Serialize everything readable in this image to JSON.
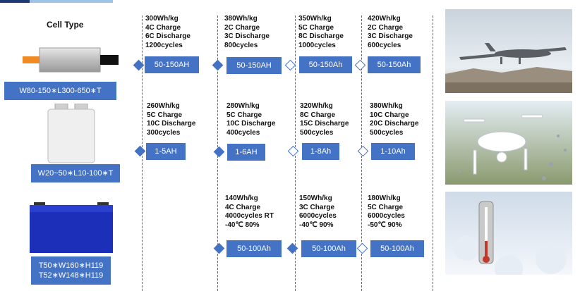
{
  "header": {
    "cell_type_title": "Cell Type"
  },
  "cells": [
    {
      "label": "W80-150∗L300-650∗T"
    },
    {
      "label": "W20~50∗L10-100∗T"
    },
    {
      "label_lines": [
        "T50∗W160∗H119",
        "T52∗W148∗H119"
      ]
    }
  ],
  "grid": [
    [
      {
        "spec": "300Wh/kg\n4C Charge\n6C Discharge\n1200cycles",
        "capacity": "50-150AH",
        "marker": "filled"
      },
      {
        "spec": "380Wh/kg\n2C Charge\n3C Discharge\n800cycles",
        "capacity": "50-150AH",
        "marker": "filled"
      },
      {
        "spec": "350Wh/kg\n5C Charge\n8C Discharge\n1000cycles",
        "capacity": "50-150Ah",
        "marker": "hollow"
      },
      {
        "spec": "420Wh/kg\n2C Charge\n3C Discharge\n600cycles",
        "capacity": "50-150Ah",
        "marker": "hollow"
      }
    ],
    [
      {
        "spec": "260Wh/kg\n5C Charge\n10C Discharge\n300cycles",
        "capacity": "1-5AH",
        "marker": "filled"
      },
      {
        "spec": "280Wh/kg\n5C Charge\n10C Discharge\n400cycles",
        "capacity": "1-6AH",
        "marker": "filled"
      },
      {
        "spec": "320Wh/kg\n8C Charge\n15C Discharge\n500cycles",
        "capacity": "1-8Ah",
        "marker": "hollow"
      },
      {
        "spec": "380Wh/kg\n10C Charge\n20C Discharge\n500cycles",
        "capacity": "1-10Ah",
        "marker": "hollow"
      }
    ],
    [
      {
        "spec": "140Wh/kg\n4C Charge\n4000cycles RT\n-40℃ 80%",
        "capacity": "50-100Ah",
        "marker": "filled"
      },
      {
        "spec": "150Wh/kg\n3C Charge\n6000cycles\n-40℃ 90%",
        "capacity": "50-100Ah",
        "marker": "filled"
      },
      {
        "spec": "180Wh/kg\n5C Charge\n6000cycles\n-50℃ 90%",
        "capacity": "50-100Ah",
        "marker": "hollow"
      }
    ]
  ],
  "photos": [
    {
      "icon": "fixed-wing-drone-photo"
    },
    {
      "icon": "quadcopter-drone-photo"
    },
    {
      "icon": "thermometer-in-snow-photo"
    }
  ],
  "colors": {
    "accent": "#4472c4",
    "dark_accent": "#1f3b73",
    "light_accent": "#9dc3e6"
  }
}
